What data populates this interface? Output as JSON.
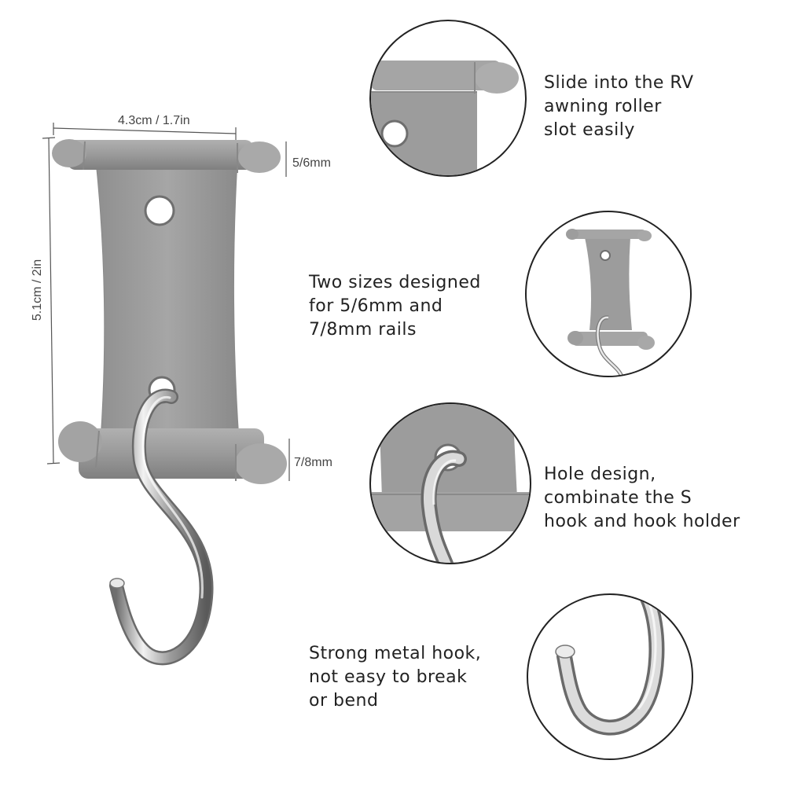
{
  "dimensions": {
    "width_label": "4.3cm / 1.7in",
    "height_label": "5.1cm / 2in",
    "top_rail_label": "5/6mm",
    "bottom_rail_label": "7/8mm"
  },
  "features": [
    {
      "icon": "rail-slide-closeup",
      "lines": [
        "Slide into the RV",
        "awning roller",
        "slot easily"
      ]
    },
    {
      "icon": "two-size-holder-thumbnail",
      "lines": [
        "Two sizes designed",
        "for 5/6mm and",
        "7/8mm rails"
      ]
    },
    {
      "icon": "hole-hook-closeup",
      "lines": [
        "Hole design,",
        "combinate the S",
        "hook and hook holder"
      ]
    },
    {
      "icon": "metal-hook-closeup",
      "lines": [
        "Strong metal hook,",
        "not easy to break",
        "or bend"
      ]
    }
  ],
  "colors": {
    "plastic": "#9a9a9a",
    "plastic_light": "#a8a8a8",
    "plastic_dark": "#7e7e7e",
    "metal": "#d8d8d8",
    "outline": "#222222",
    "text": "#222222"
  }
}
